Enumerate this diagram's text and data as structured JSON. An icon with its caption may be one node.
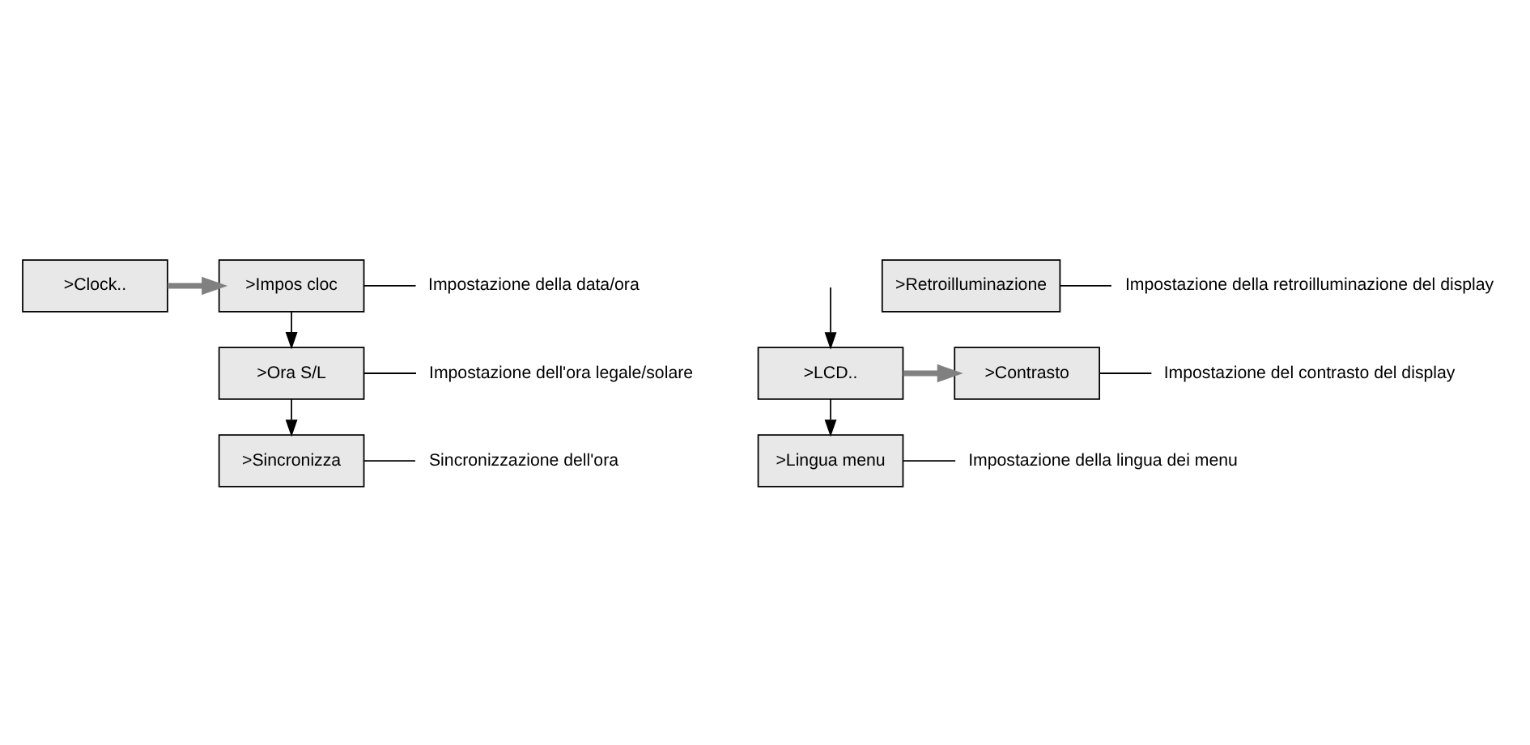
{
  "diagram": {
    "nodes": [
      {
        "text": [
          ">Clock.."
        ]
      },
      {
        "text": [
          ">Impos cloc"
        ]
      },
      {
        "text": [
          "Impostazione della data/ora"
        ]
      },
      {
        "text": [
          ">Ora S/L"
        ]
      },
      {
        "text": [
          "Impostazione dell'ora legale/solare"
        ]
      },
      {
        "text": [
          ">Sincronizza"
        ]
      },
      {
        "text": [
          "Sincronizzazione dell'ora"
        ]
      },
      {
        "text": [
          ">LCD.."
        ]
      },
      {
        "text": [
          ">Contrasto"
        ]
      },
      {
        "text": [
          "Impostazione del contrasto del display"
        ]
      },
      {
        "text": [
          ">Retroilluminazione"
        ]
      },
      {
        "text": [
          "Impostazione della retroilluminazione del display"
        ]
      },
      {
        "text": [
          ">Lingua menu"
        ]
      },
      {
        "text": [
          "Impostazione della lingua dei menu"
        ]
      }
    ],
    "edges": [
      {
        "from": 0,
        "to": 1,
        "arrow": "to",
        "style": "thick",
        "color": "#808080"
      },
      {
        "from": 1,
        "to": 2,
        "arrow": "none"
      },
      {
        "from": 1,
        "to": 3,
        "arrow": "to"
      },
      {
        "from": 3,
        "to": 4,
        "arrow": "none"
      },
      {
        "from": 3,
        "to": 5,
        "arrow": "to"
      },
      {
        "from": 5,
        "to": 6,
        "arrow": "none"
      },
      {
        "from": null,
        "to": 7,
        "arrow": "to"
      },
      {
        "from": 7,
        "to": 8,
        "arrow": "to",
        "style": "thick",
        "color": "#808080"
      },
      {
        "from": 8,
        "to": 9,
        "arrow": "none"
      },
      {
        "from": 10,
        "to": 11,
        "arrow": "none"
      },
      {
        "from": 7,
        "to": 12,
        "arrow": "to"
      },
      {
        "from": 12,
        "to": 13,
        "arrow": "none"
      }
    ]
  }
}
